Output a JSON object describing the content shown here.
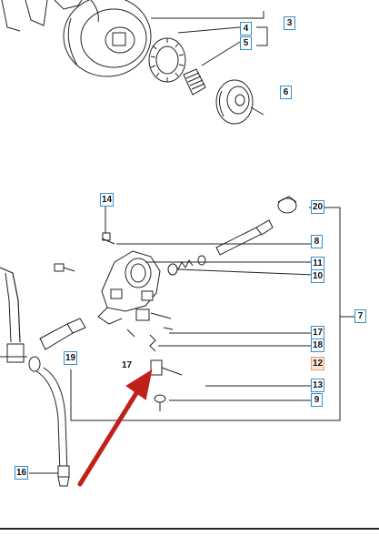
{
  "diagram": {
    "callouts": {
      "c3": "3",
      "c4": "4",
      "c5": "5",
      "c6": "6",
      "c14": "14",
      "c20": "20",
      "c8": "8",
      "c11": "11",
      "c10": "10",
      "c7": "7",
      "c17": "17",
      "c18": "18",
      "c12": "12",
      "c13": "13",
      "c9": "9",
      "c19": "19",
      "c16": "16",
      "loose17": "17"
    },
    "colors": {
      "callout_border": "#2f8fcf",
      "callout_highlight_border": "#e3a070",
      "callout_highlight_fill": "#fbe6d6",
      "arrow": "#c0201a",
      "line": "#222222"
    }
  }
}
